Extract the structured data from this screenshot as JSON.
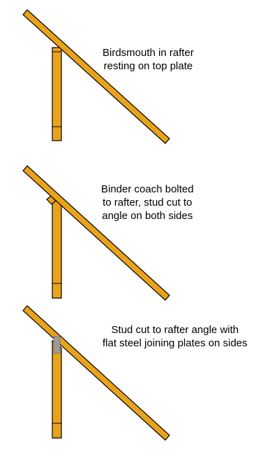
{
  "colors": {
    "timber": "#E8A21C",
    "outline": "#000000",
    "bracket": "#9B9B9B",
    "background": "#FFFFFF"
  },
  "panels": [
    {
      "caption": [
        "Birdsmouth in rafter",
        "resting on top plate"
      ]
    },
    {
      "caption": [
        "Binder coach bolted",
        "to rafter, stud cut to",
        "angle on both sides"
      ]
    },
    {
      "caption": [
        "Stud cut to rafter angle with",
        "flat steel joining plates on sides"
      ]
    }
  ]
}
